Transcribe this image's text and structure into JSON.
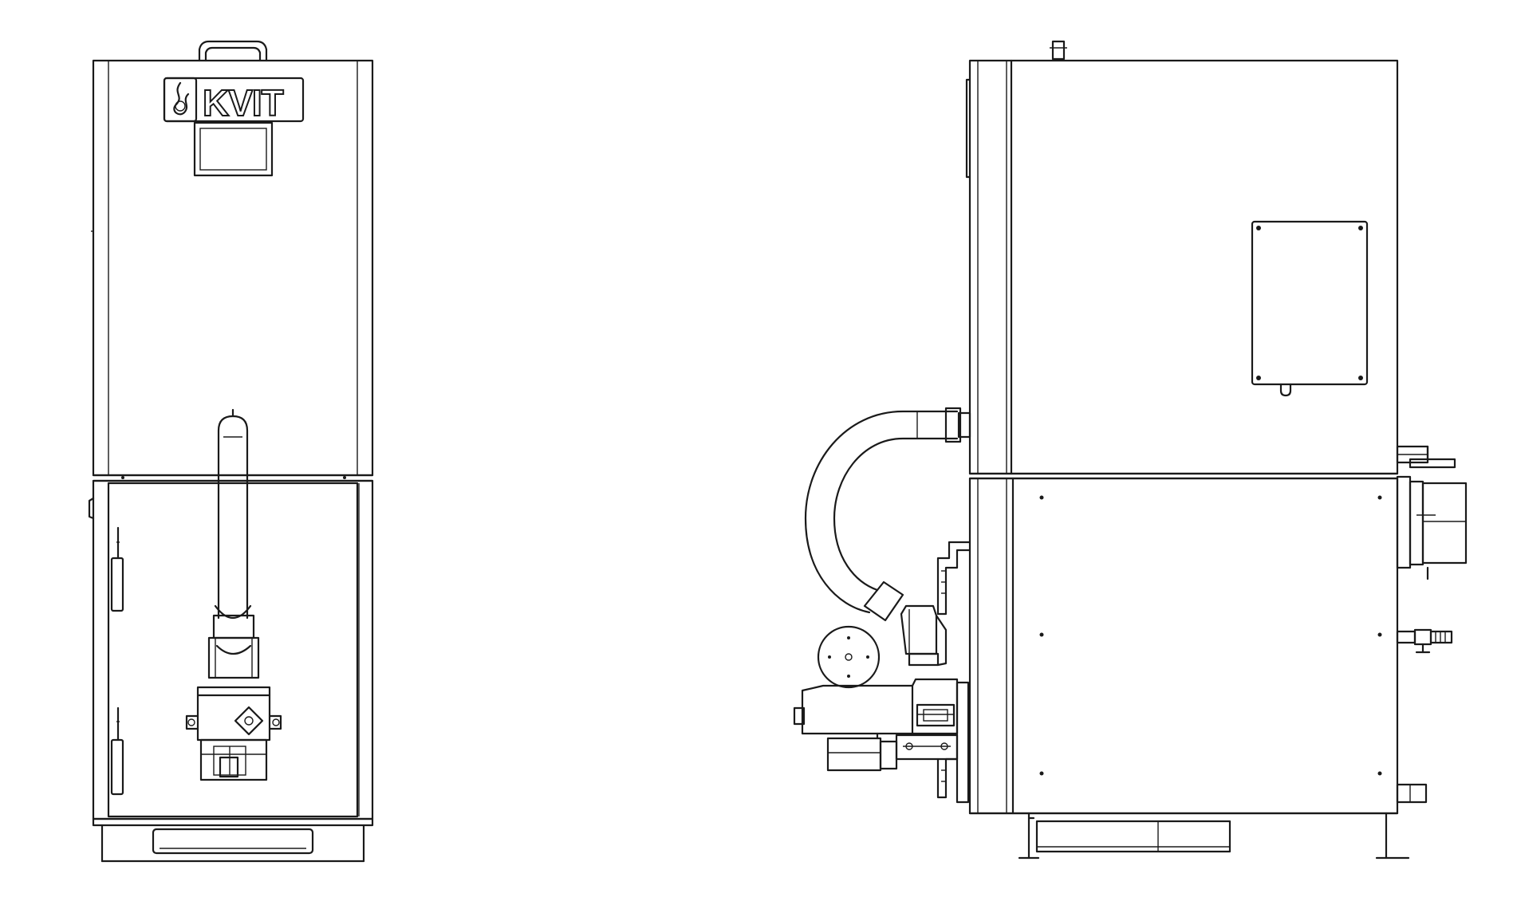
{
  "drawing": {
    "brand_logo_text": "KVIT",
    "line_color": "#1a1a1a",
    "background_color": "#ffffff",
    "views": [
      "front-view",
      "side-view"
    ],
    "icons": [
      "flame-icon"
    ]
  }
}
